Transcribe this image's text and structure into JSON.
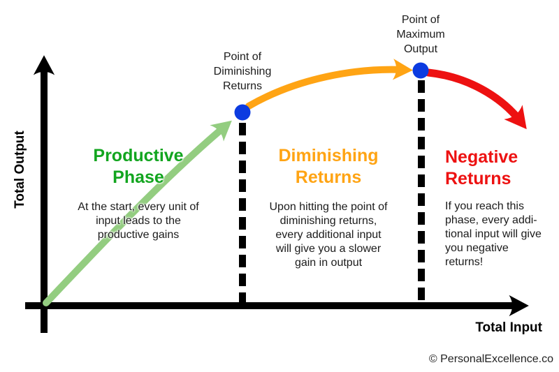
{
  "colors": {
    "productive_green": "#12A51F",
    "curve_green": "#93CD80",
    "orange": "#FFA414",
    "red": "#ED1111",
    "point_blue": "#0C3BE0",
    "axis_black": "#000000"
  },
  "axes": {
    "y_label": "Total Output",
    "x_label": "Total Input"
  },
  "annotations": {
    "diminishing_point_label": "Point of\nDiminishing\nReturns",
    "maximum_point_label": "Point of\nMaximum\nOutput"
  },
  "phases": {
    "productive": {
      "title": "Productive\nPhase",
      "description": "At the start, every unit of\ninput leads to the\nproductive gains"
    },
    "diminishing": {
      "title": "Diminishing\nReturns",
      "description": "Upon hitting the point of\ndiminishing returns,\nevery additional input\nwill give you a slower\ngain in output"
    },
    "negative": {
      "title": "Negative\nReturns",
      "description": "If you reach this\nphase, every addi-\ntional input will give\nyou negative\nreturns!"
    }
  },
  "footer": {
    "credit": "© PersonalExcellence.co"
  }
}
